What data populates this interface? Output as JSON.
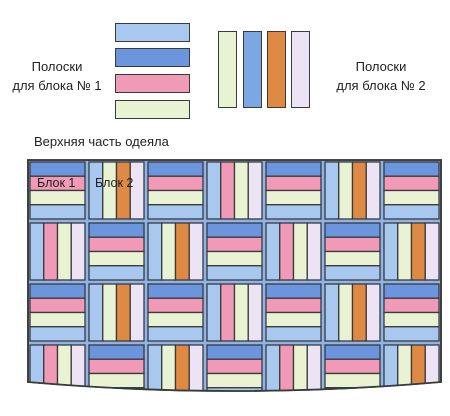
{
  "legend_block1": {
    "label_line1": "Полоски",
    "label_line2": "для блока № 1",
    "strip_colors": [
      "#a9c8ef",
      "#6b95dd",
      "#f09ab8",
      "#e9f3d3"
    ]
  },
  "legend_block2": {
    "label_line1": "Полоски",
    "label_line2": "для блока № 2",
    "strip_colors": [
      "#e9f3d3",
      "#7da7e3",
      "#df8a44",
      "#ece3f5"
    ]
  },
  "quilt": {
    "title": "Верхняя часть одеяла",
    "block1_label": "Блок 1",
    "block2_label": "Блок 2",
    "border_color": "#8fb4ea",
    "block1_strips": [
      "#6b95dd",
      "#f09ab8",
      "#e9f3d3",
      "#a9c8ef"
    ],
    "block2_strips": [
      "#a9c8ef",
      "#e9f3d3",
      "#df8a44",
      "#ece3f5"
    ],
    "block2_strips_alt": [
      "#a9c8ef",
      "#f09ab8",
      "#e9f3d3",
      "#ece3f5"
    ]
  }
}
